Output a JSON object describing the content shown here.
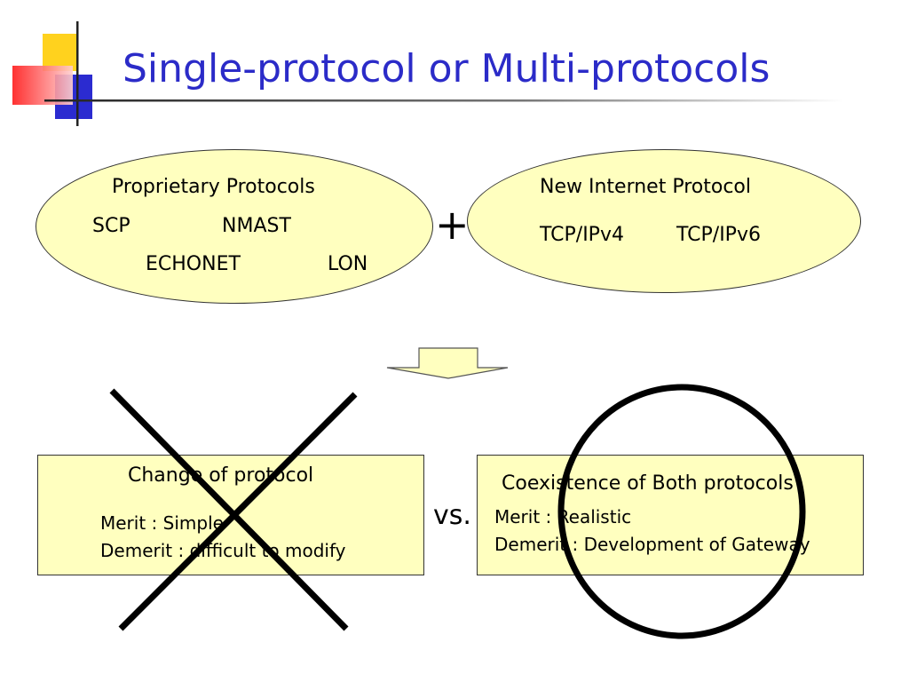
{
  "title": "Single-protocol or Multi-protocols",
  "left_ellipse": {
    "heading": "Proprietary Protocols",
    "items": [
      "SCP",
      "NMAST",
      "ECHONET",
      "LON"
    ]
  },
  "right_ellipse": {
    "heading": "New Internet Protocol",
    "items": [
      "TCP/IPv4",
      "TCP/IPv6"
    ]
  },
  "plus_sign": "+",
  "vs_label": "vs.",
  "left_box": {
    "heading": "Change of protocol",
    "merit": "Merit : Simple",
    "demerit": "Demerit : difficult to modify"
  },
  "right_box": {
    "heading": "Coexistence of Both protocols",
    "merit": "Merit : Realistic",
    "demerit": "Demerit : Development of Gateway"
  },
  "colors": {
    "title": "#2b2bc8",
    "heading": "#e8000c",
    "shape_fill": "#ffffbf",
    "logo_yellow": "#ffd21e",
    "logo_blue": "#2b2bd0",
    "logo_red": "#ff3030"
  }
}
